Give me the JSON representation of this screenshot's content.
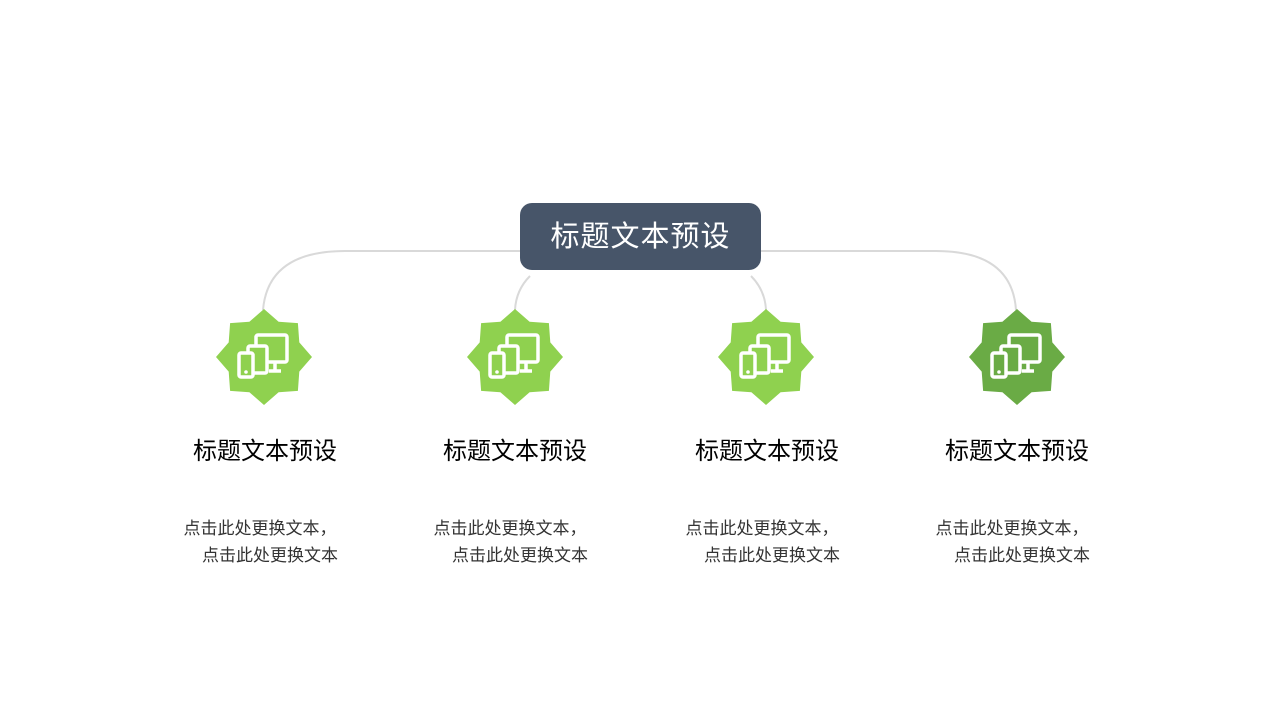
{
  "main_title": "标题文本预设",
  "colors": {
    "title_bg": "#475569",
    "badge_light": "#8fd14f",
    "badge_dark": "#6aab45",
    "connector": "#d9d9d9"
  },
  "items": [
    {
      "icon": "devices-icon",
      "title": "标题文本预设",
      "desc_line1": "点击此处更换文本，",
      "desc_line2": "点击此处更换文本"
    },
    {
      "icon": "devices-icon",
      "title": "标题文本预设",
      "desc_line1": "点击此处更换文本，",
      "desc_line2": "点击此处更换文本"
    },
    {
      "icon": "devices-icon",
      "title": "标题文本预设",
      "desc_line1": "点击此处更换文本，",
      "desc_line2": "点击此处更换文本"
    },
    {
      "icon": "devices-icon",
      "title": "标题文本预设",
      "desc_line1": "点击此处更换文本，",
      "desc_line2": "点击此处更换文本"
    }
  ]
}
